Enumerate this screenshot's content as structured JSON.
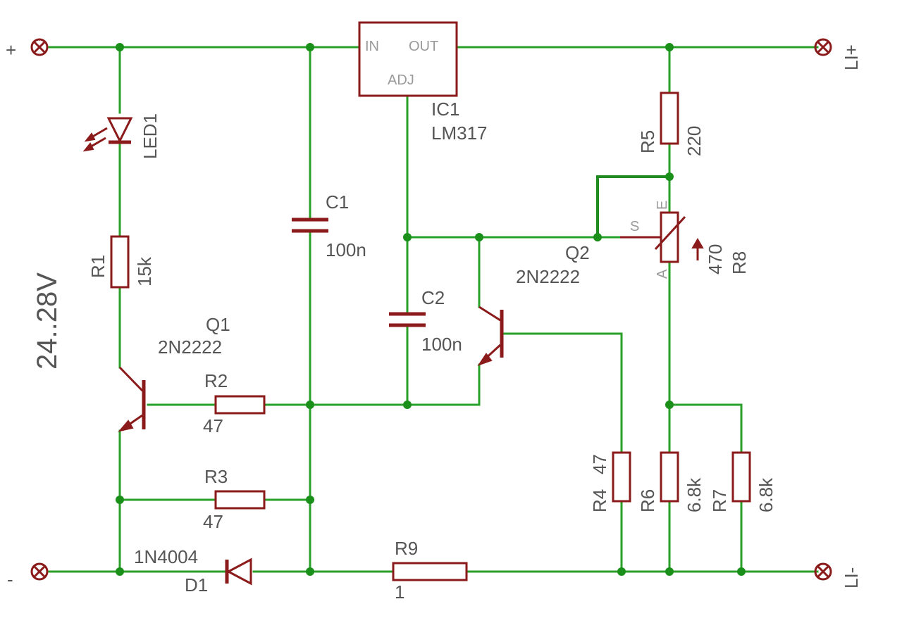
{
  "terminals": {
    "plus": "+",
    "minus": "-",
    "out_plus": "LI+",
    "out_minus": "LI-"
  },
  "supply_voltage": "24..28V",
  "components": {
    "led1": {
      "ref": "LED1"
    },
    "r1": {
      "ref": "R1",
      "value": "15k"
    },
    "q1": {
      "ref": "Q1",
      "value": "2N2222"
    },
    "r2": {
      "ref": "R2",
      "value": "47"
    },
    "r3": {
      "ref": "R3",
      "value": "47"
    },
    "d1": {
      "ref": "D1",
      "value": "1N4004"
    },
    "c1": {
      "ref": "C1",
      "value": "100n"
    },
    "c2": {
      "ref": "C2",
      "value": "100n"
    },
    "ic1": {
      "ref": "IC1",
      "value": "LM317",
      "pin_in": "IN",
      "pin_out": "OUT",
      "pin_adj": "ADJ"
    },
    "q2": {
      "ref": "Q2",
      "value": "2N2222"
    },
    "r5": {
      "ref": "R5",
      "value": "220"
    },
    "r8": {
      "ref": "R8",
      "value": "470",
      "pin_s": "S",
      "pin_e": "E",
      "pin_a": "A"
    },
    "r4": {
      "ref": "R4",
      "value": "47"
    },
    "r6": {
      "ref": "R6",
      "value": "6.8k"
    },
    "r7": {
      "ref": "R7",
      "value": "6.8k"
    },
    "r9": {
      "ref": "R9",
      "value": "1"
    }
  },
  "colors": {
    "wire": "#2aa02a",
    "component": "#8b1a1a",
    "junction": "#1a8f1a",
    "label": "#555555"
  }
}
